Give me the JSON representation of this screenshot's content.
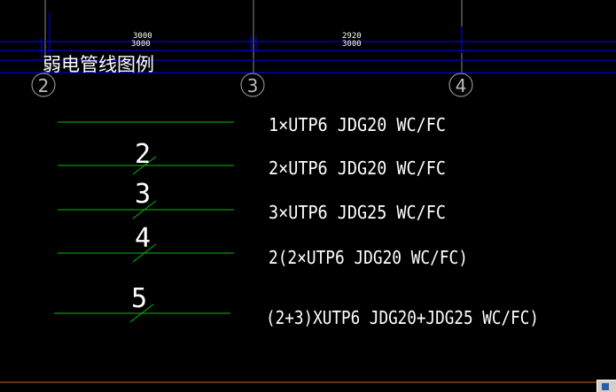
{
  "title": "弱电管线图例",
  "dimensions": {
    "top_labels": [
      "3000",
      "2920"
    ],
    "bottom_labels": [
      "3000",
      "3000"
    ]
  },
  "axes": [
    "2",
    "3",
    "4"
  ],
  "legend": [
    {
      "count": "",
      "label": "1×UTP6  JDG20 WC/FC"
    },
    {
      "count": "2",
      "label": "2×UTP6  JDG20 WC/FC"
    },
    {
      "count": "3",
      "label": "3×UTP6  JDG25 WC/FC"
    },
    {
      "count": "4",
      "label": "2(2×UTP6  JDG20 WC/FC)"
    },
    {
      "count": "5",
      "label": "(2+3)XUTP6  JDG20+JDG25 WC/FC)"
    }
  ],
  "colors": {
    "background": "#000000",
    "grid": "#0000ff",
    "pipe": "#00c000",
    "text": "#ffffff",
    "axis_line": "#8a8a8a",
    "status_line": "#c86428"
  },
  "icons": {
    "corner": "zoom-window-icon"
  }
}
